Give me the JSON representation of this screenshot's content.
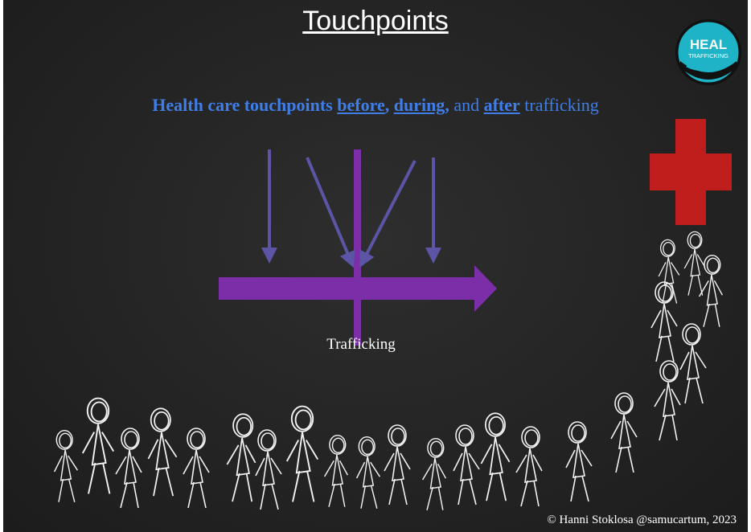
{
  "title": "Touchpoints",
  "logo": {
    "line1": "HEAL",
    "line2": "TRAFFICKING"
  },
  "subtitle": {
    "part1": "Health care touchpoints ",
    "before": "before",
    "sep1": ", ",
    "during": "during",
    "sep2": ", ",
    "and": "and ",
    "after": "after",
    "tail": " trafficking"
  },
  "diagram": {
    "timeline_label": "Trafficking"
  },
  "credit": "© Hanni Stoklosa @samucartum, 2023",
  "colors": {
    "background": "#262626",
    "subtitle_blue": "#3f7ee8",
    "arrow_purple": "#7b2ea8",
    "touchpoint_arrows": "#5c55a6",
    "red_cross": "#c01d1d",
    "logo_teal": "#1fb3c8"
  }
}
